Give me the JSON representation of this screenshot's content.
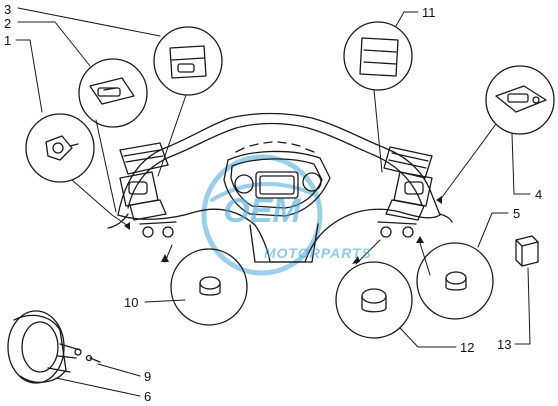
{
  "callouts": [
    {
      "id": "1",
      "label": "1"
    },
    {
      "id": "2",
      "label": "2"
    },
    {
      "id": "3",
      "label": "3"
    },
    {
      "id": "4",
      "label": "4"
    },
    {
      "id": "5",
      "label": "5"
    },
    {
      "id": "6",
      "label": "6"
    },
    {
      "id": "9",
      "label": "9"
    },
    {
      "id": "10",
      "label": "10"
    },
    {
      "id": "11",
      "label": "11"
    },
    {
      "id": "12",
      "label": "12"
    },
    {
      "id": "13",
      "label": "13"
    }
  ],
  "watermark": {
    "brand": "OEM",
    "subtitle": "MOTORPARTS",
    "color": "#4aa8d8"
  },
  "colors": {
    "ink": "#1a1a1a",
    "paper": "#ffffff"
  }
}
